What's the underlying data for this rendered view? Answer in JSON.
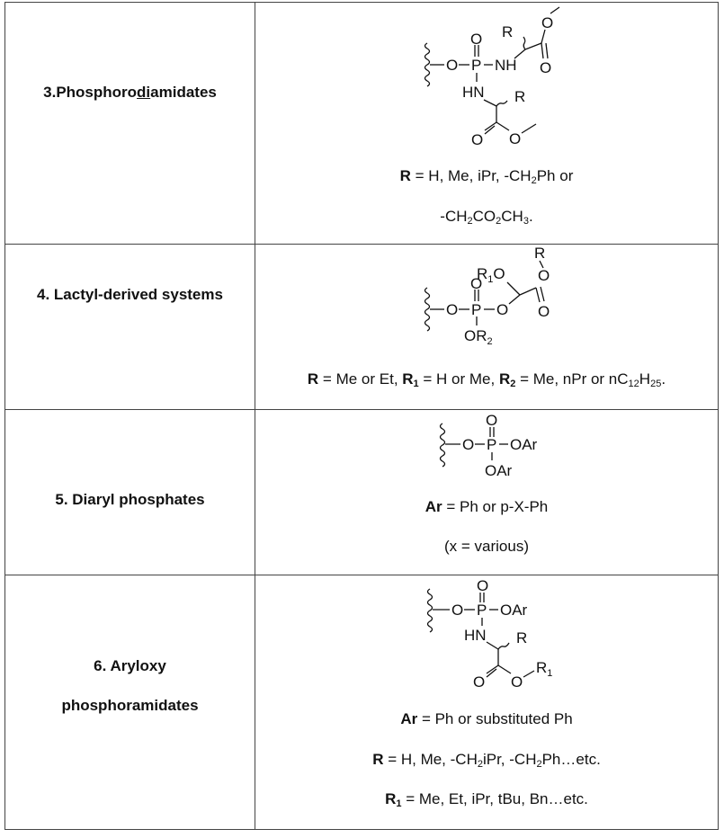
{
  "rows": [
    {
      "name_parts": [
        "3.Phosphoro",
        "di",
        "amidates"
      ],
      "structure_labels": {
        "r_top": "R",
        "o_top": "O",
        "o1": "O",
        "p": "P",
        "nh": "NH",
        "o_carb1": "O",
        "hn": "HN",
        "r_mid": "R",
        "o_carb2": "O",
        "o_ester2": "O"
      },
      "caption_lines": [
        {
          "bold": "R",
          "parts": [
            " = H, Me, iPr, -CH",
            "2",
            "Ph or"
          ]
        },
        {
          "parts": [
            "-CH",
            "2",
            "CO",
            "2",
            "CH",
            "3",
            "."
          ]
        }
      ]
    },
    {
      "name": "4. Lactyl-derived systems",
      "structure_labels": {
        "r_top": "R",
        "o_top": "O",
        "r1o_r": "R",
        "r1o_sub": "1",
        "r1o_o": "O",
        "o1": "O",
        "p": "P",
        "o_right": "O",
        "o_carb": "O",
        "or2_o": "OR",
        "or2_sub": "2",
        "o_dbl": "O"
      },
      "caption": {
        "r_bold": "R",
        "r_text": " = Me or Et, ",
        "r1_bold": "R",
        "r1_sub": "1",
        "r1_text": " = H or Me, ",
        "r2_bold": "R",
        "r2_sub": "2",
        "r2_text": " = Me, nPr or nC",
        "sub1": "12",
        "mid": "H",
        "sub2": "25",
        "end": "."
      }
    },
    {
      "name": "5. Diaryl phosphates",
      "structure_labels": {
        "o_dbl": "O",
        "o1": "O",
        "p": "P",
        "oar_right": "OAr",
        "oar_bottom": "OAr"
      },
      "caption_lines": [
        {
          "bold": "Ar",
          "text": " = Ph or p-X-Ph"
        },
        {
          "text": "(x = various)"
        }
      ]
    },
    {
      "name_lines": [
        "6. Aryloxy",
        "phosphoramidates"
      ],
      "structure_labels": {
        "o_dbl": "O",
        "o1": "O",
        "p": "P",
        "oar": "OAr",
        "hn": "HN",
        "r": "R",
        "o_carb": "O",
        "o_ester": "O",
        "r1_r": "R",
        "r1_sub": "1"
      },
      "caption_lines": [
        {
          "bold": "Ar",
          "text": " = Ph or substituted Ph"
        },
        {
          "bold": "R",
          "parts": [
            " = H, Me, -CH",
            "2",
            "iPr, -CH",
            "2",
            "Ph…etc."
          ]
        },
        {
          "bold": "R",
          "bold_sub": "1",
          "text": " = Me, Et, iPr, tBu, Bn…etc."
        }
      ]
    }
  ]
}
